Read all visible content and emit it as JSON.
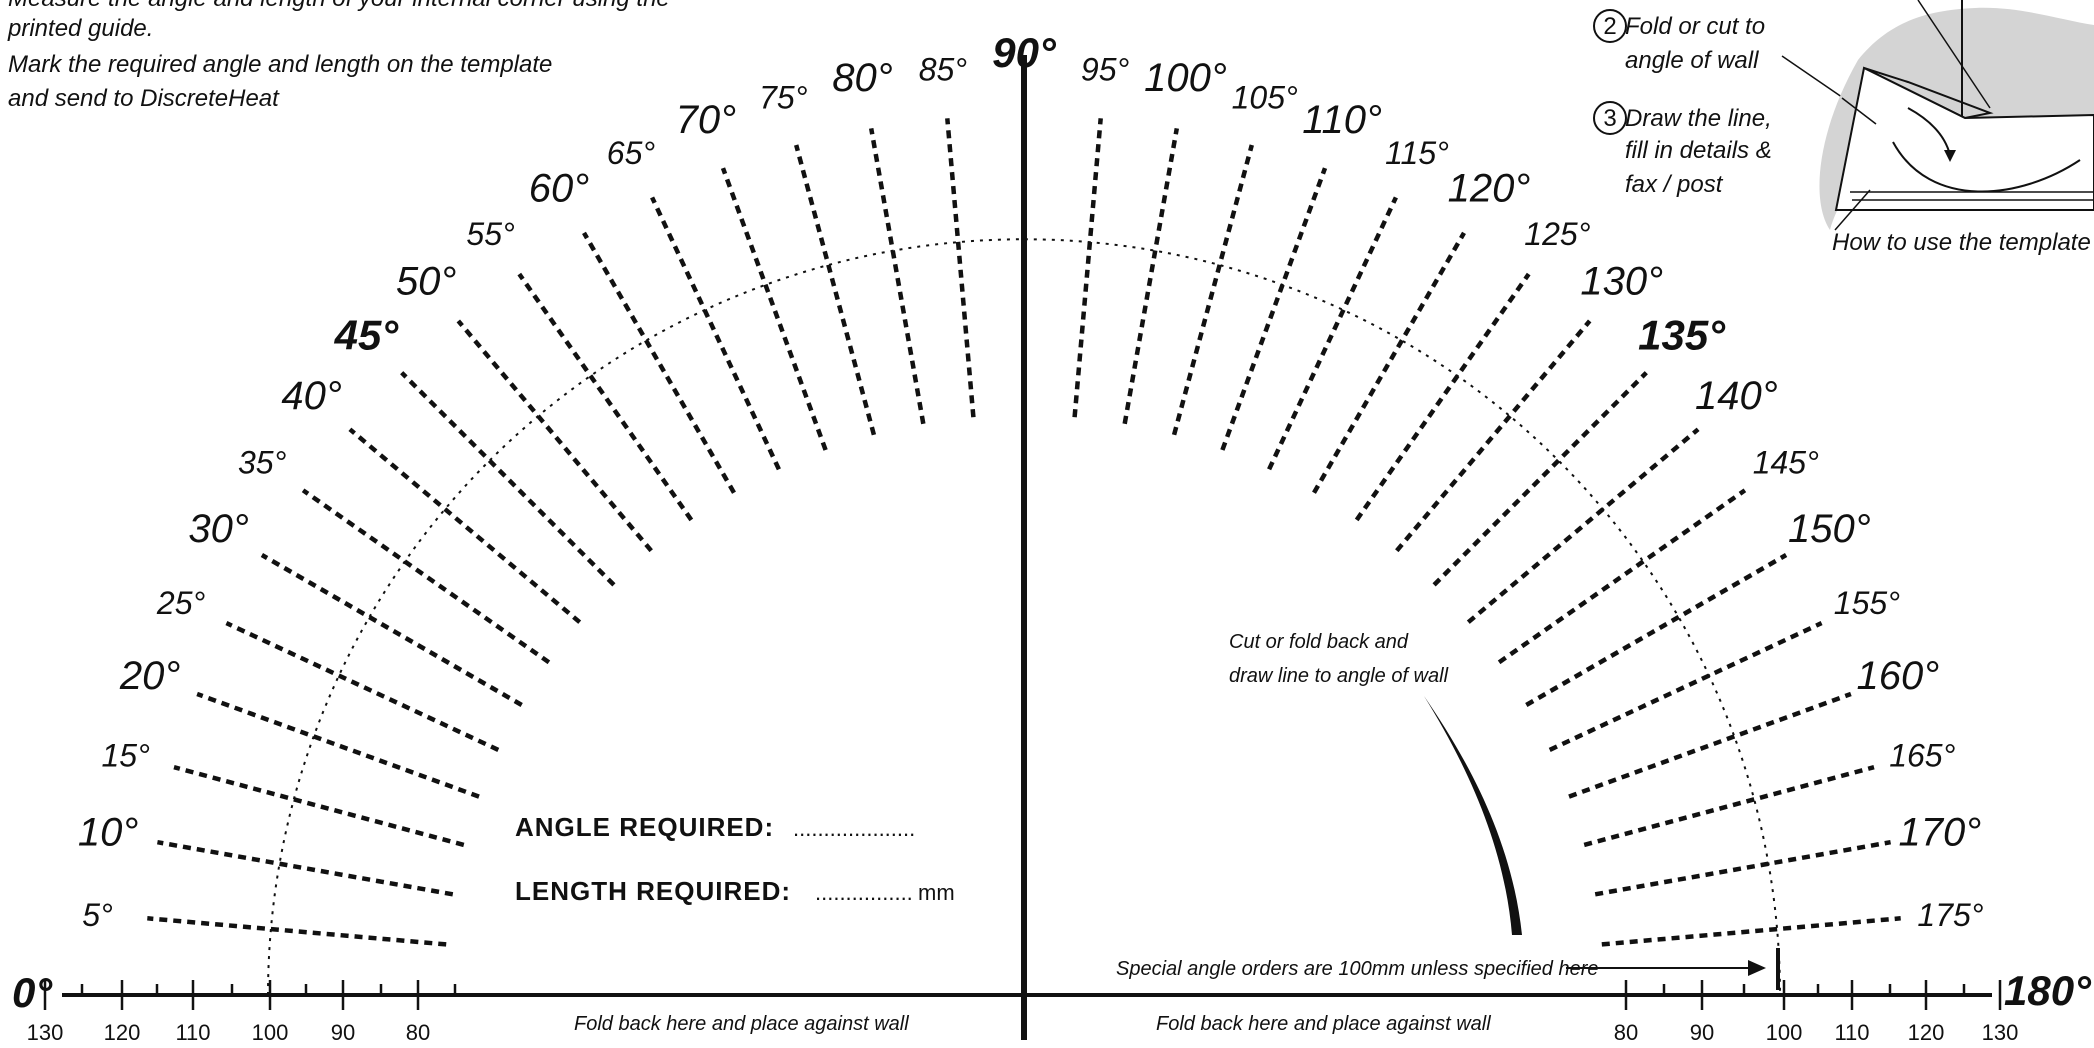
{
  "instructions": {
    "line1": "Measure the angle and length of your internal corner using the",
    "line2": "printed guide.",
    "line3": "Mark the required angle and length on the template",
    "line4": "and send to DiscreteHeat"
  },
  "steps": {
    "step2_number": "2",
    "step2_line1": "Fold or cut to",
    "step2_line2": "angle of wall",
    "step3_number": "3",
    "step3_line1": "Draw the line,",
    "step3_line2": "fill in details &",
    "step3_line3": "fax / post",
    "illustration_caption": "How to use the template"
  },
  "angle_labels": [
    "5°",
    "10°",
    "15°",
    "20°",
    "25°",
    "30°",
    "35°",
    "40°",
    "45°",
    "50°",
    "55°",
    "60°",
    "65°",
    "70°",
    "75°",
    "80°",
    "85°",
    "90°",
    "95°",
    "100°",
    "105°",
    "110°",
    "115°",
    "120°",
    "125°",
    "130°",
    "135°",
    "140°",
    "145°",
    "150°",
    "155°",
    "160°",
    "165°",
    "170°",
    "175°"
  ],
  "baseline_labels": {
    "left": "0°",
    "right": "180°"
  },
  "scale_left": [
    "130",
    "120",
    "110",
    "100",
    "90",
    "80"
  ],
  "scale_right": [
    "80",
    "90",
    "100",
    "110",
    "120",
    "130"
  ],
  "fold_notes": {
    "left": "Fold back here and place against wall",
    "right": "Fold back here and place against wall"
  },
  "cut_note": {
    "line1": "Cut or fold back and",
    "line2": "draw line to angle of wall"
  },
  "special_note": "Special angle orders are 100mm unless specified here",
  "requirements": {
    "angle_label": "ANGLE REQUIRED:",
    "angle_dots": "....................",
    "length_label": "LENGTH REQUIRED:",
    "length_dots": "................",
    "length_unit": "mm"
  }
}
